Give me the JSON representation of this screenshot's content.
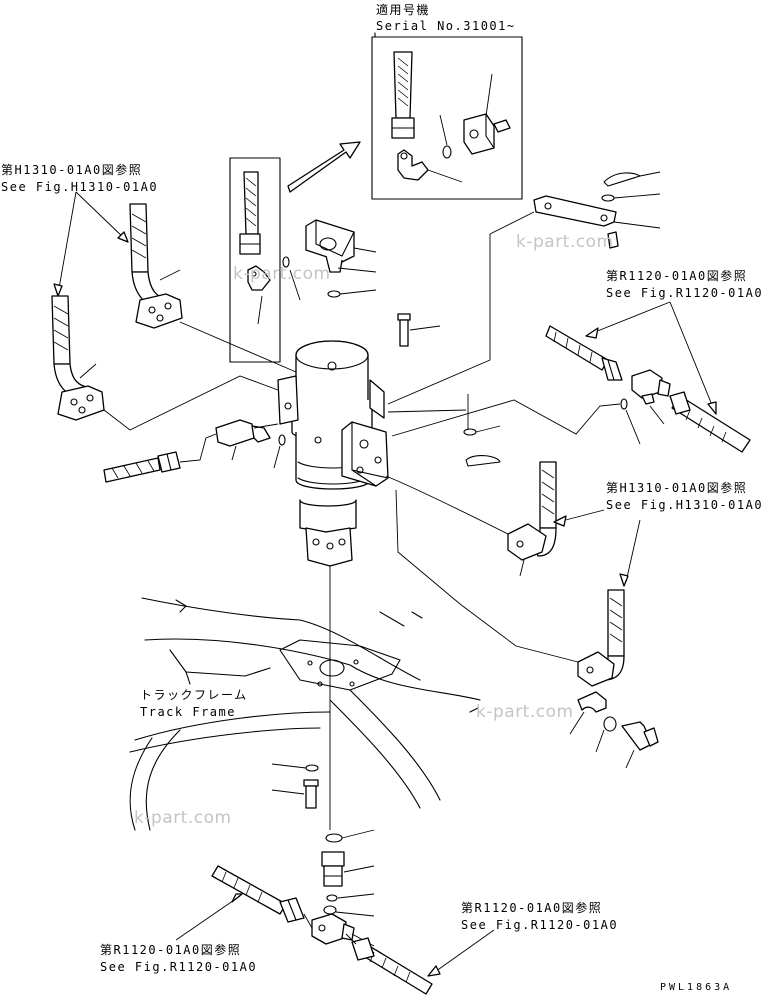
{
  "labels": {
    "serial_jp": "適用号機",
    "serial_en": "Serial No.31001~",
    "ref_h1310_top_jp": "第H1310-01A0図参照",
    "ref_h1310_top_en": "See Fig.H1310-01A0",
    "ref_r1120_right_jp": "第R1120-01A0図参照",
    "ref_r1120_right_en": "See Fig.R1120-01A0",
    "ref_h1310_mid_jp": "第H1310-01A0図参照",
    "ref_h1310_mid_en": "See Fig.H1310-01A0",
    "track_frame_jp": "トラックフレーム",
    "track_frame_en": "Track Frame",
    "ref_r1120_bottom_right_jp": "第R1120-01A0図参照",
    "ref_r1120_bottom_right_en": "See Fig.R1120-01A0",
    "ref_r1120_bottom_left_jp": "第R1120-01A0図参照",
    "ref_r1120_bottom_left_en": "See Fig.R1120-01A0",
    "drawing_code": "PWL1863A"
  },
  "watermarks": [
    "k-part.com",
    "k-part.com",
    "k-part.com",
    "k-part.com"
  ]
}
